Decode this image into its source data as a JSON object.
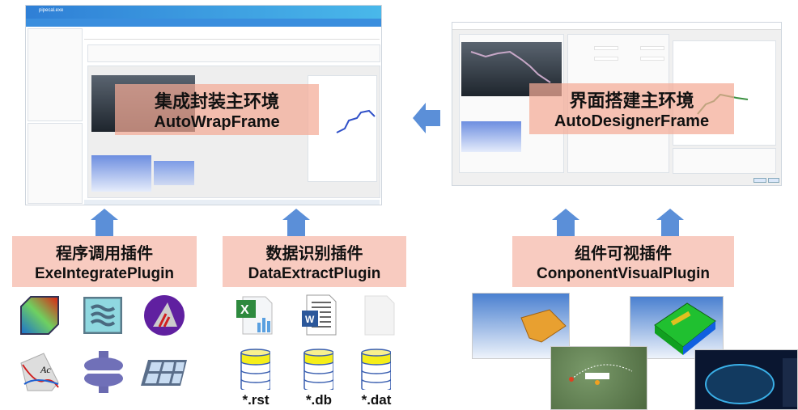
{
  "main_frame": {
    "window_title": "pipecal.exe",
    "cn_label": "集成封装主环境",
    "en_label": "AutoWrapFrame"
  },
  "designer_frame": {
    "cn_label": "界面搭建主环境",
    "en_label": "AutoDesignerFrame"
  },
  "plugins": [
    {
      "cn_label": "程序调用插件",
      "en_label": "ExeIntegratePlugin"
    },
    {
      "cn_label": "数据识别插件",
      "en_label": "DataExtractPlugin"
    },
    {
      "cn_label": "组件可视插件",
      "en_label": "ConponentVisualPlugin"
    }
  ],
  "data_files": [
    ".rst",
    ".db",
    ".dat"
  ],
  "data_file_labels": [
    "*.rst",
    "*.db",
    "*.dat"
  ],
  "colors": {
    "label_bg": "#f8cbc0",
    "arrow": "#5b8fd8",
    "db_top": "#f5ee1a"
  }
}
